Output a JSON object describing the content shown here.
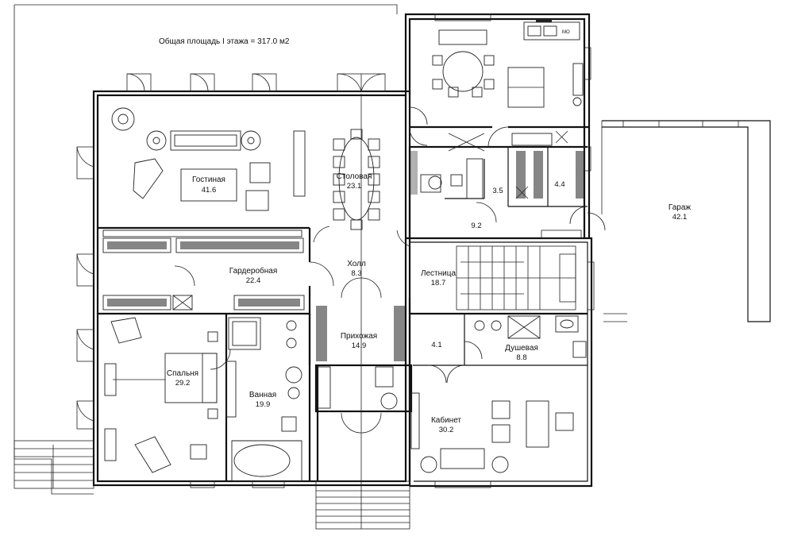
{
  "plan": {
    "title": "Общая площадь  I этажа = 317.0 м2",
    "rooms": {
      "living": {
        "name": "Гостиная",
        "area": "41.6"
      },
      "dining": {
        "name": "Столовая",
        "area": "23.1"
      },
      "hall": {
        "name": "Холл",
        "area": "8.3"
      },
      "wardrobe": {
        "name": "Гардеробная",
        "area": "22.4"
      },
      "bedroom": {
        "name": "Спальня",
        "area": "29.2"
      },
      "bathroom": {
        "name": "Ванная",
        "area": "19.9"
      },
      "entry": {
        "name": "Прихожая",
        "area": "14.9"
      },
      "stairs": {
        "name": "Лестница",
        "area": "18.7"
      },
      "shower": {
        "name": "Душевая",
        "area": "8.8"
      },
      "office": {
        "name": "Кабинет",
        "area": "30.2"
      },
      "garage": {
        "name": "Гараж",
        "area": "42.1"
      },
      "unnamed_1": {
        "area": "3.5"
      },
      "unnamed_2": {
        "area": "4.4"
      },
      "unnamed_3": {
        "area": "9.2"
      },
      "unnamed_4": {
        "area": "4.1"
      }
    }
  }
}
